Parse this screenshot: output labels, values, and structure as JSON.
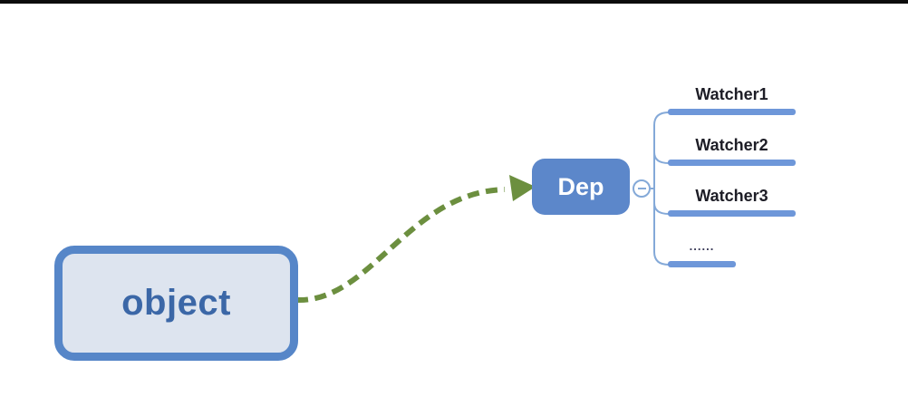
{
  "diagram": {
    "object_node": {
      "label": "object"
    },
    "dep_node": {
      "label": "Dep"
    },
    "collapse_toggle": {
      "icon": "minus-icon"
    },
    "arrow": {
      "style": "dashed",
      "from": "object",
      "to": "Dep"
    },
    "watchers": [
      {
        "label": "Watcher1"
      },
      {
        "label": "Watcher2"
      },
      {
        "label": "Watcher3"
      },
      {
        "label": "......"
      }
    ]
  },
  "colors": {
    "top_bar": "#0c0c0c",
    "page_bg": "#ffffff",
    "object_border": "#5686c8",
    "object_fill": "#dde4ef",
    "object_text": "#3b67a7",
    "dep_fill": "#5c87ca",
    "dep_text": "#ffffff",
    "bar_color": "#6e97d9",
    "line_color": "#84a9d8",
    "arrow_color": "#6c8f3f",
    "watcher_text": "#1d1d26",
    "dots_text": "#3a3a57"
  }
}
